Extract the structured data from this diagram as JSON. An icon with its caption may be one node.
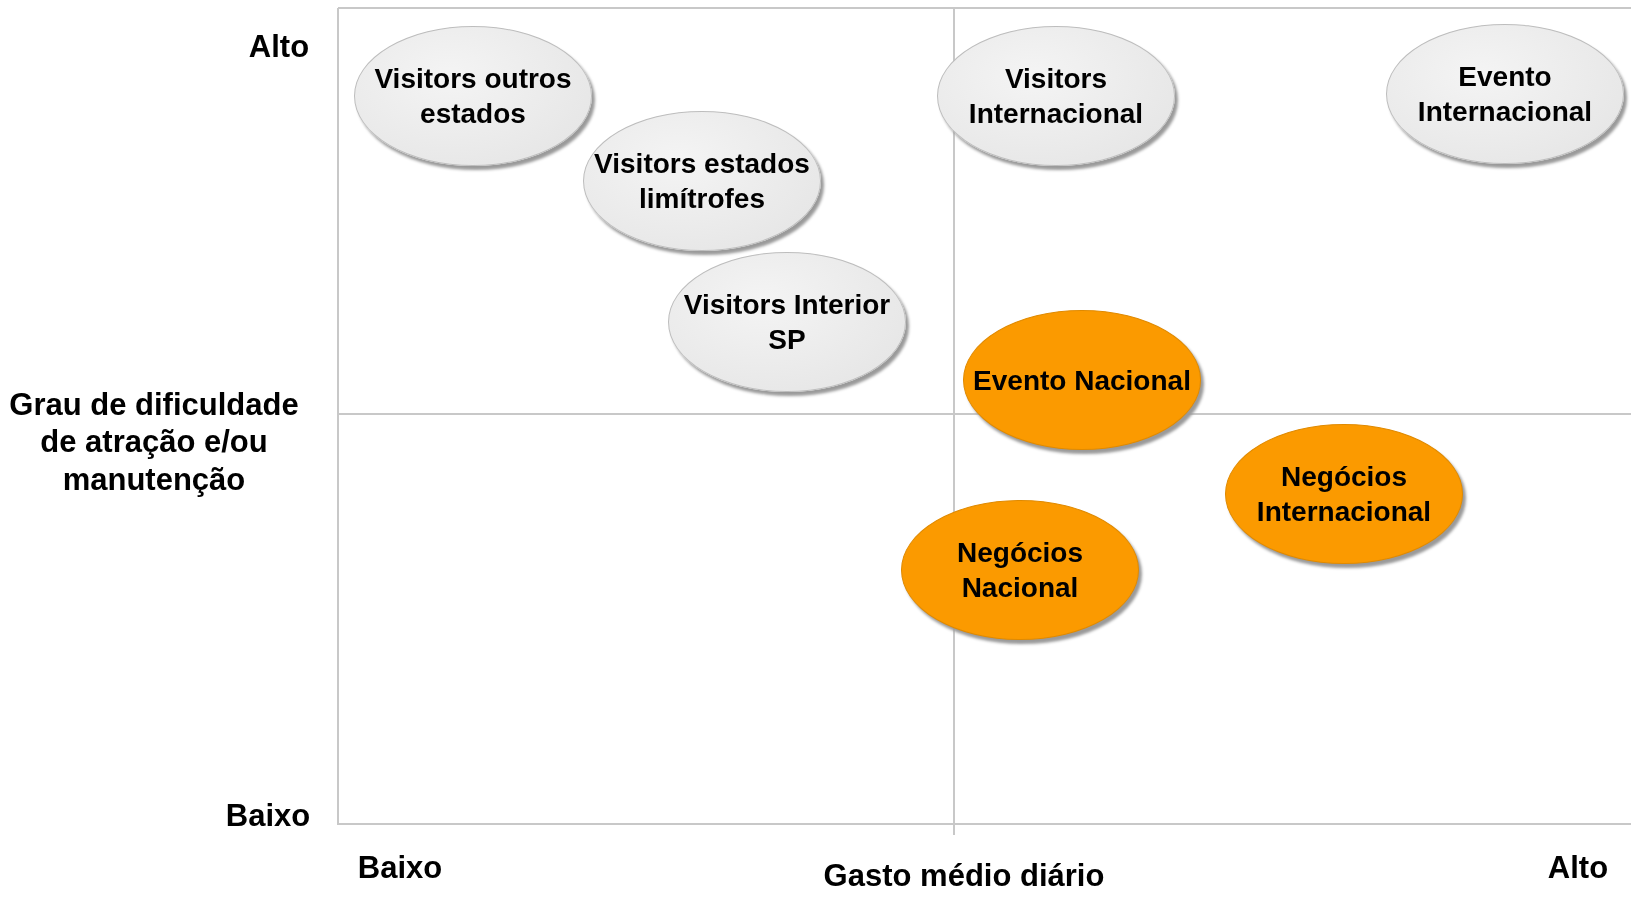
{
  "diagram": {
    "nodes": [
      {
        "text": [
          "Visitors outros estados"
        ]
      },
      {
        "text": [
          "Visitors estados limítrofes"
        ]
      },
      {
        "text": [
          "Visitors Interior SP"
        ]
      },
      {
        "text": [
          "Visitors Internacional"
        ]
      },
      {
        "text": [
          "Evento Internacional"
        ]
      },
      {
        "text": [
          "Evento Nacional"
        ]
      },
      {
        "text": [
          "Negócios Internacional"
        ]
      },
      {
        "text": [
          "Negócios Nacional"
        ]
      }
    ],
    "edges": [],
    "labels": [
      "Alto",
      "Grau de dificuldade de atração e/ou manutenção",
      "Baixo",
      "Baixo",
      "Gasto médio diário",
      "Alto"
    ]
  }
}
